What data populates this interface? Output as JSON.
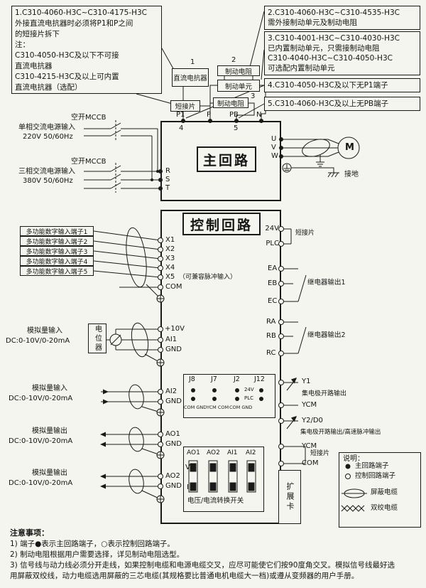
{
  "colors": {
    "ink": "#1a1a1a",
    "paper": "#f5f5ef"
  },
  "notes": {
    "n1": [
      "1.C310-4060-H3C~C310-4175-H3C",
      "外接直流电抗器时必须将P1和P之间",
      "的短接片拆下",
      "注：",
      "C310-4050-H3C及以下不可接",
      "直流电抗器",
      "C310-4215-H3C及以上可内置",
      "直流电抗器（选配）"
    ],
    "n2": [
      "2.C310-4060-H3C~C310-4535-H3C",
      "需外接制动单元及制动电阻"
    ],
    "n3": [
      "3.C310-4001-H3C~C310-4030-H3C",
      "已内置制动单元，只需接制动电阻",
      "C310-4040-H3C~C310-4050-H3C",
      "可选配内置制动单元"
    ],
    "n4": [
      "4.C310-4050-H3C及以下无P1端子"
    ],
    "n5": [
      "5.C310-4060-H3C及以上无PB端子"
    ]
  },
  "top": {
    "num1": "1",
    "num2": "2",
    "num3": "3",
    "num4": "4",
    "num5": "5",
    "dc_reactor": "直流电抗器",
    "brake_res_a": "制动电阻",
    "brake_unit": "制动单元",
    "short_bar": "短接片",
    "brake_res_b": "制动电阻",
    "p1": "P1",
    "p": "P",
    "pb": "PB",
    "n": "N"
  },
  "power": {
    "mccb_a": "空开MCCB",
    "single_1": "单相交流电源输入",
    "single_2": "220V 50/60Hz",
    "mccb_b": "空开MCCB",
    "three_1": "三相交流电源输入",
    "three_2": "380V 50/60Hz"
  },
  "main": {
    "title": "主回路",
    "r": "R",
    "s": "S",
    "t": "T",
    "u": "U",
    "v": "V",
    "w": "W",
    "motor": "M",
    "ground": "接地"
  },
  "ctrl": {
    "title": "控制回路",
    "din": [
      "多功能数字输入端子1",
      "多功能数字输入端子2",
      "多功能数字输入端子3",
      "多功能数字输入端子4",
      "多功能数字输入端子5"
    ],
    "x1": "X1",
    "x2": "X2",
    "x3": "X3",
    "x4": "X4",
    "x5": "X5",
    "x5_note": "（可兼容脉冲输入）",
    "com": "COM",
    "p10": "+10V",
    "ai1": "AI1",
    "gnd_a": "GND",
    "pot": "电位器",
    "ain_label": "模拟量输入",
    "aout_label": "模拟量输出",
    "range": "DC:0-10V/0-20mA",
    "ai2": "AI2",
    "gnd_b": "GND",
    "ao1": "AO1",
    "gnd_c": "GND",
    "ao2": "AO2",
    "gnd_d": "GND"
  },
  "right": {
    "v24": "24V",
    "plc": "PLC",
    "short_bar_a": "短接片",
    "ea": "EA",
    "eb": "EB",
    "ec": "EC",
    "relay1": "继电器输出1",
    "ra": "RA",
    "rb": "RB",
    "rc": "RC",
    "relay2": "继电器输出2",
    "y1": "Y1",
    "y1_desc": "集电极开路输出",
    "ycm_a": "YCM",
    "y2": "Y2/D0",
    "y2_desc": "集电极开路输出/高速脉冲输出",
    "ycm_b": "YCM",
    "short_bar_b": "短接片",
    "com": "COM"
  },
  "jumpers": {
    "h": [
      "J8",
      "J7",
      "J2",
      "J12"
    ],
    "j12_top": "24V",
    "j12_bot": "PLC",
    "feet": [
      "COM GND",
      "YCM COM",
      "COM GND"
    ]
  },
  "vi": {
    "h": [
      "AO1",
      "AO2",
      "AI1",
      "AI2"
    ],
    "v": "V",
    "i": "I",
    "caption": "电压/电流转换开关"
  },
  "expansion": "扩展卡",
  "legend": {
    "title": "说明：",
    "main": "主回路端子",
    "control": "控制回路端子",
    "shield": "屏蔽电缆",
    "twist": "双绞电缆"
  },
  "footnotes": {
    "title": "注意事项：",
    "lines": [
      "1) 端子●表示主回路端子，○表示控制回路端子。",
      "2) 制动电阻根据用户需要选择，详见制动电阻选型。",
      "3) 信号线与动力线必须分开走线，如果控制电缆和电源电缆交叉，应尽可能使它们按90度角交叉。模拟信号线最好选",
      "用屏蔽双绞线，动力电缆选用屏蔽的三芯电缆(其规格要比普通电机电缆大一档)或遵从变频器的用户手册。"
    ]
  }
}
